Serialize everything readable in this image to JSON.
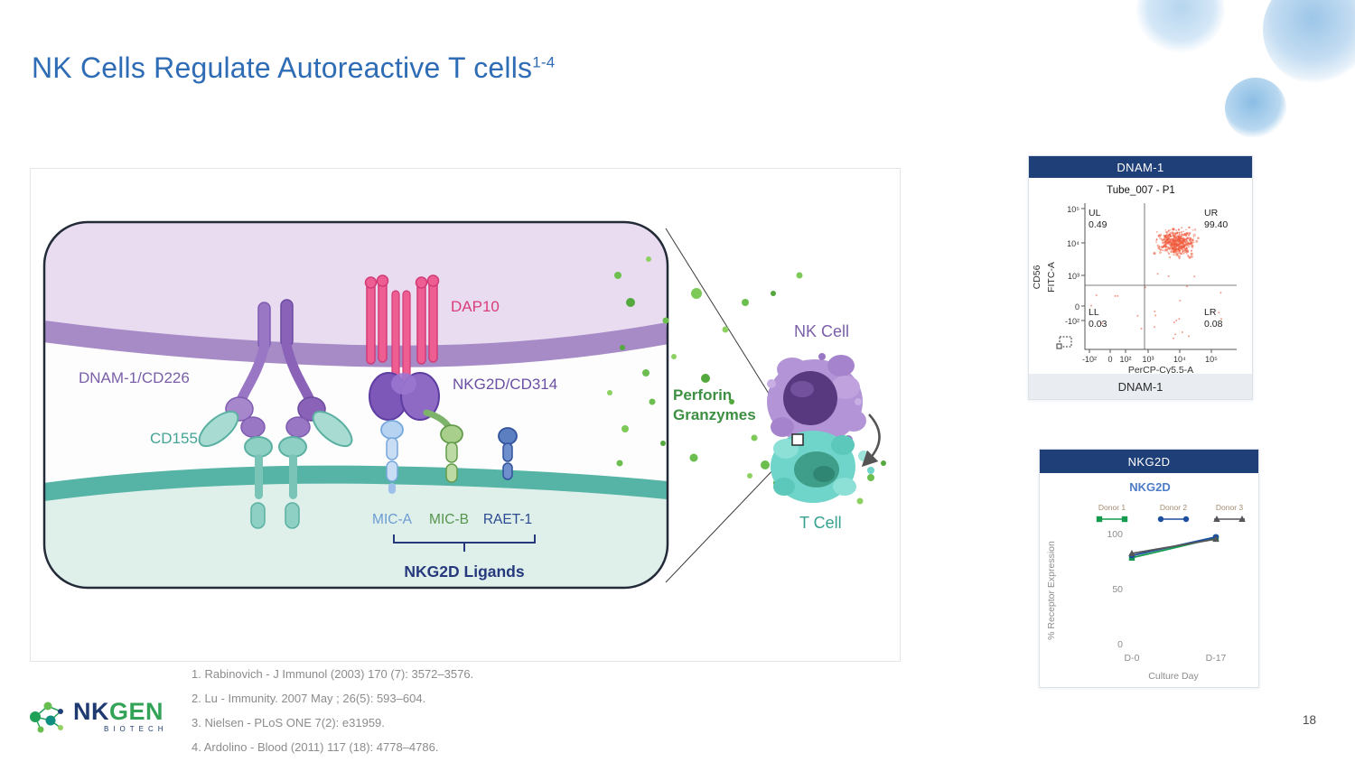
{
  "slide": {
    "title": "NK Cells Regulate Autoreactive T cells",
    "title_sup": "1-4",
    "page_number": "18"
  },
  "diagram": {
    "labels": {
      "dap10": "DAP10",
      "dnam1": "DNAM-1/CD226",
      "nkg2d_receptor": "NKG2D/CD314",
      "cd155": "CD155",
      "mic_a": "MIC-A",
      "mic_b": "MIC-B",
      "raet1": "RAET-1",
      "nkg2d_ligands": "NKG2D Ligands",
      "perforin": "Perforin",
      "granzymes": "Granzymes",
      "nk_cell": "NK Cell",
      "t_cell": "T Cell"
    },
    "colors": {
      "nk_membrane": "#a78bc7",
      "t_membrane": "#56b4a6",
      "perforin_green": "#3c8f43",
      "dap10_pink": "#ee5e92",
      "title_blue": "#2e6cb5",
      "panel_navy": "#1e3f77"
    }
  },
  "panels": {
    "dnam1": {
      "header": "DNAM-1",
      "caption": "DNAM-1"
    },
    "nkg2d": {
      "header": "NKG2D"
    }
  },
  "references": {
    "items": [
      "1. Rabinovich -  J Immunol (2003) 170 (7): 3572–3576.",
      "2. Lu - Immunity. 2007 May ; 26(5): 593–604.",
      "3. Nielsen - PLoS ONE 7(2): e31959.",
      "4. Ardolino - Blood (2011) 117 (18): 4778–4786."
    ]
  },
  "logo": {
    "nk": "NK",
    "gen": "GEN",
    "sub": "BIOTECH"
  },
  "chart_data": [
    {
      "id": "dnam1-flow-cytometry",
      "type": "scatter",
      "title": "Tube_007 - P1",
      "xlabel": "PerCP-Cy5.5-A",
      "ylabel_outer": "CD56",
      "ylabel_inner": "FITC-A",
      "x_ticks": [
        "-10²",
        "0",
        "10²",
        "10³",
        "10⁴",
        "10⁵"
      ],
      "y_ticks": [
        "10⁵",
        "10⁴",
        "10³",
        "0",
        "-10²"
      ],
      "quadrants": [
        {
          "name": "UL",
          "value": "0.49"
        },
        {
          "name": "UR",
          "value": "99.40"
        },
        {
          "name": "LL",
          "value": "0.03"
        },
        {
          "name": "LR",
          "value": "0.08"
        }
      ],
      "cluster": {
        "cx": 0.6,
        "cy": 0.27,
        "rx": 0.17,
        "ry": 0.13,
        "n": 380,
        "outliers": 26,
        "color": "#f05a3c"
      },
      "caption": "DNAM-1"
    },
    {
      "id": "nkg2d-receptor-expression",
      "type": "line",
      "title": "NKG2D",
      "xlabel": "Culture Day",
      "ylabel": "% Receptor Expression",
      "categories": [
        "D-0",
        "D-17"
      ],
      "y_ticks": [
        0,
        50,
        100
      ],
      "ylim": [
        0,
        115
      ],
      "legend_position": "top",
      "series": [
        {
          "name": "Donor 1",
          "values": [
            78,
            96
          ],
          "color": "#169a4e",
          "marker": "square"
        },
        {
          "name": "Donor 2",
          "values": [
            80,
            97
          ],
          "color": "#1d4f9e",
          "marker": "circle"
        },
        {
          "name": "Donor 3",
          "values": [
            82,
            95
          ],
          "color": "#55565a",
          "marker": "triangle"
        }
      ]
    }
  ]
}
